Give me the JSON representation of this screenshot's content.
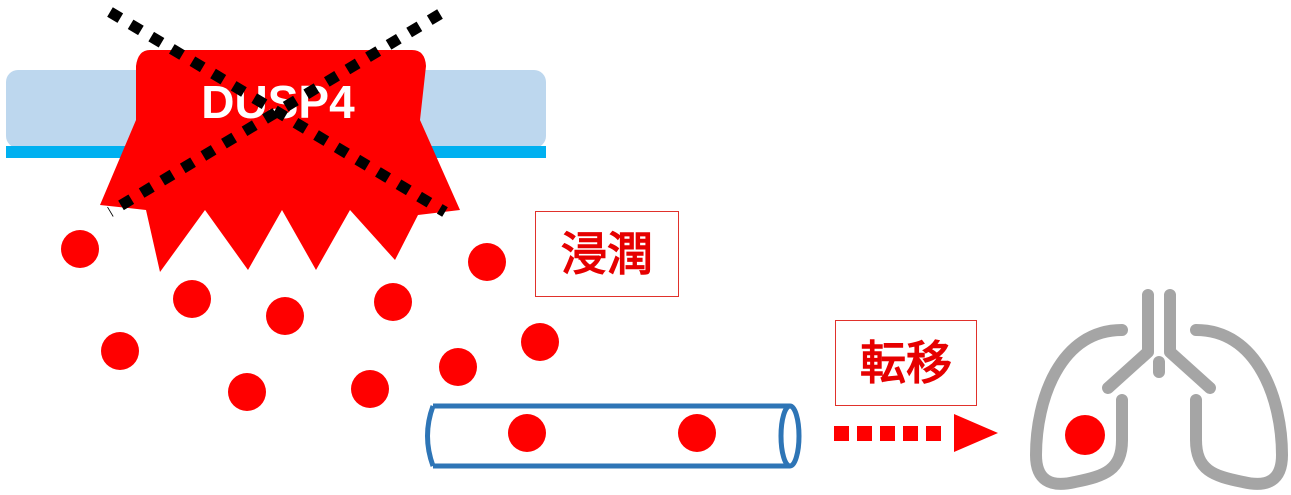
{
  "protein": {
    "label": "DUSP4",
    "color": "#ff0000",
    "crossed_out": true
  },
  "labels": {
    "invasion": "浸潤",
    "metastasis": "転移"
  },
  "colors": {
    "membrane": "#bdd7ee",
    "membrane_edge": "#00b0f0",
    "cell": "#ff0000",
    "vessel_outline": "#2e75b6",
    "lung_outline": "#a5a5a5",
    "arrow": "#ff0000"
  },
  "icons": [
    "membrane-band",
    "protein-shape",
    "cross-out-mark",
    "cancer-cell-dot",
    "blood-vessel-tube",
    "dotted-arrow",
    "lung-icon"
  ]
}
